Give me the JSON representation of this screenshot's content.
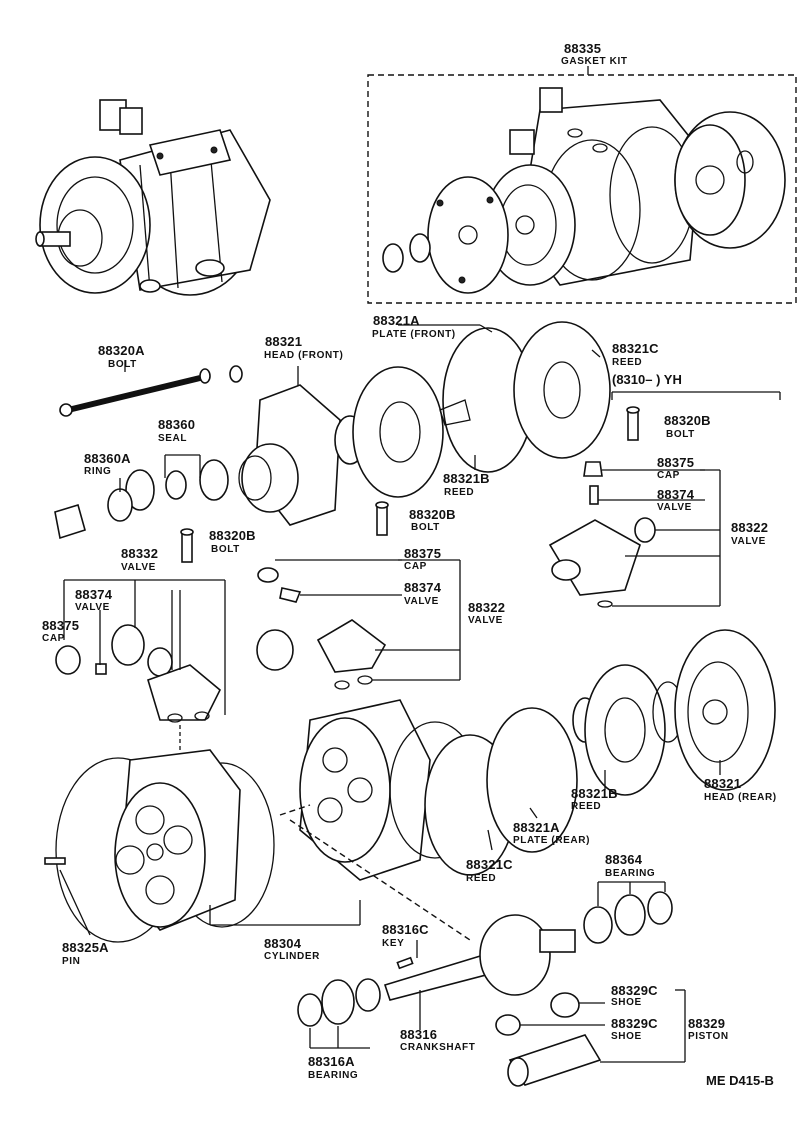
{
  "labels": {
    "gasket_kit": {
      "num": "88335",
      "name": "GASKET KIT"
    },
    "bolt_a": {
      "num": "88320A",
      "name": "BOLT"
    },
    "head_front": {
      "num": "88321",
      "name": "HEAD (FRONT)"
    },
    "plate_front": {
      "num": "88321A",
      "name": "PLATE (FRONT)"
    },
    "reed_c_top": {
      "num": "88321C",
      "name": "REED"
    },
    "yh_note": "(8310–        ) YH",
    "seal": {
      "num": "88360",
      "name": "SEAL"
    },
    "ring": {
      "num": "88360A",
      "name": "RING"
    },
    "bolt_b_right": {
      "num": "88320B",
      "name": "BOLT"
    },
    "reed_b_top": {
      "num": "88321B",
      "name": "REED"
    },
    "cap_right": {
      "num": "88375",
      "name": "CAP"
    },
    "valve_74_right": {
      "num": "88374",
      "name": "VALVE"
    },
    "valve_22_right": {
      "num": "88322",
      "name": "VALVE"
    },
    "bolt_b_mid": {
      "num": "88320B",
      "name": "BOLT"
    },
    "bolt_b_left": {
      "num": "88320B",
      "name": "BOLT"
    },
    "valve_32": {
      "num": "88332",
      "name": "VALVE"
    },
    "valve_74_left": {
      "num": "88374",
      "name": "VALVE"
    },
    "cap_left": {
      "num": "88375",
      "name": "CAP"
    },
    "cap_mid": {
      "num": "88375",
      "name": "CAP"
    },
    "valve_74_mid": {
      "num": "88374",
      "name": "VALVE"
    },
    "valve_22_mid": {
      "num": "88322",
      "name": "VALVE"
    },
    "head_rear": {
      "num": "88321",
      "name": "HEAD (REAR)"
    },
    "reed_b_bottom": {
      "num": "88321B",
      "name": "REED"
    },
    "plate_rear": {
      "num": "88321A",
      "name": "PLATE (REAR)"
    },
    "reed_c_bottom": {
      "num": "88321C",
      "name": "REED"
    },
    "bearing_64": {
      "num": "88364",
      "name": "BEARING"
    },
    "pin": {
      "num": "88325A",
      "name": "PIN"
    },
    "cylinder": {
      "num": "88304",
      "name": "CYLINDER"
    },
    "key": {
      "num": "88316C",
      "name": "KEY"
    },
    "shoe_1": {
      "num": "88329C",
      "name": "SHOE"
    },
    "shoe_2": {
      "num": "88329C",
      "name": "SHOE"
    },
    "piston": {
      "num": "88329",
      "name": "PISTON"
    },
    "crankshaft": {
      "num": "88316",
      "name": "CRANKSHAFT"
    },
    "bearing_16a": {
      "num": "88316A",
      "name": "BEARING"
    },
    "code": "ME  D415-B"
  }
}
